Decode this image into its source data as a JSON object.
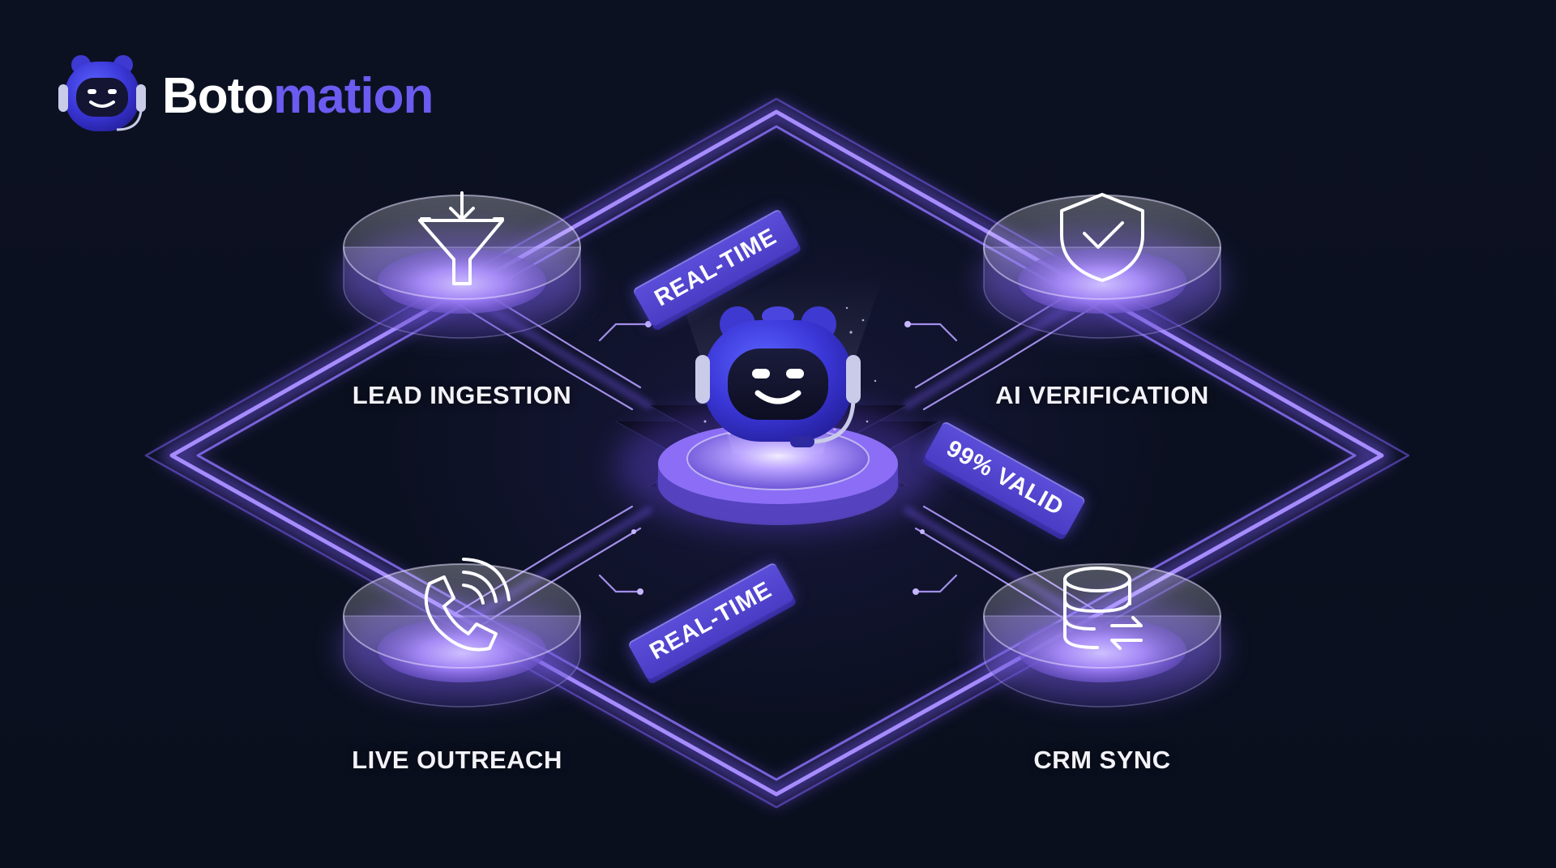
{
  "brand": {
    "name_part1": "Boto",
    "name_part2": "mation",
    "primary_color": "#6a5cf0",
    "text_color": "#ffffff"
  },
  "center": {
    "icon": "robot-headset-icon"
  },
  "nodes": [
    {
      "label": "LEAD INGESTION",
      "icon": "funnel-download-icon"
    },
    {
      "label": "AI VERIFICATION",
      "icon": "shield-check-icon"
    },
    {
      "label": "LIVE OUTREACH",
      "icon": "phone-ringing-icon"
    },
    {
      "label": "CRM SYNC",
      "icon": "database-sync-icon"
    }
  ],
  "tags": [
    {
      "text": "REAL-TIME"
    },
    {
      "text": "99% VALID"
    },
    {
      "text": "REAL-TIME"
    }
  ],
  "colors": {
    "background": "#0b1020",
    "glow": "#8b6cff",
    "tag": "#5b4ed9"
  }
}
